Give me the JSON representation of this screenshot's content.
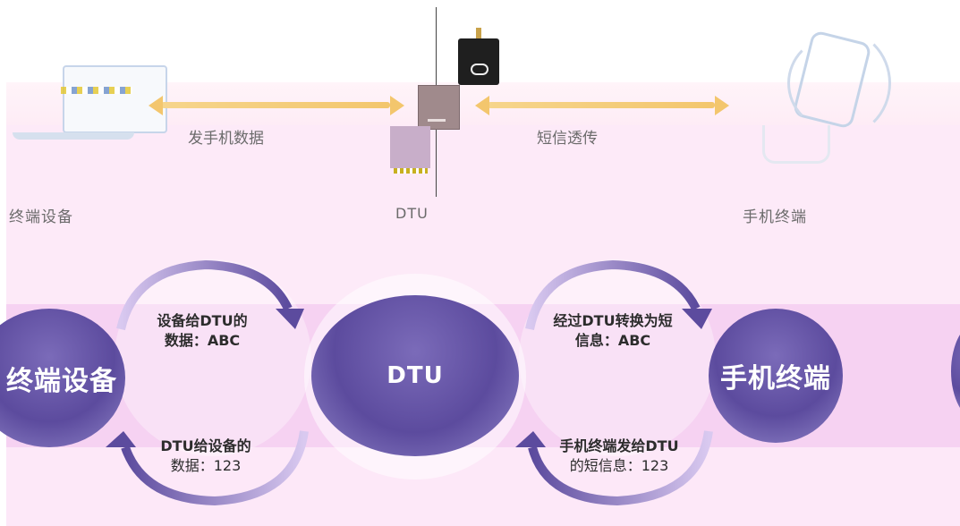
{
  "top_labels": {
    "terminal": "终端设备",
    "dtu": "DTU",
    "phone": "手机终端",
    "send_data": "发手机数据",
    "sms": "短信透传"
  },
  "circles": {
    "terminal": "终端设备",
    "dtu": "DTU",
    "phone": "手机终端"
  },
  "flows": {
    "device_to_dtu": [
      "设备给DTU的",
      "数据：ABC"
    ],
    "dtu_to_device": [
      "DTU给设备的",
      "数据：123"
    ],
    "dtu_to_phone": [
      "经过DTU转换为短",
      "信息：ABC"
    ],
    "phone_to_dtu": [
      "手机终端发给DTU",
      "的短信息：123"
    ]
  },
  "colors": {
    "accent_arrow": "#f3c66d",
    "circle": "#5c4b9e",
    "band": "#f6d2f2"
  }
}
